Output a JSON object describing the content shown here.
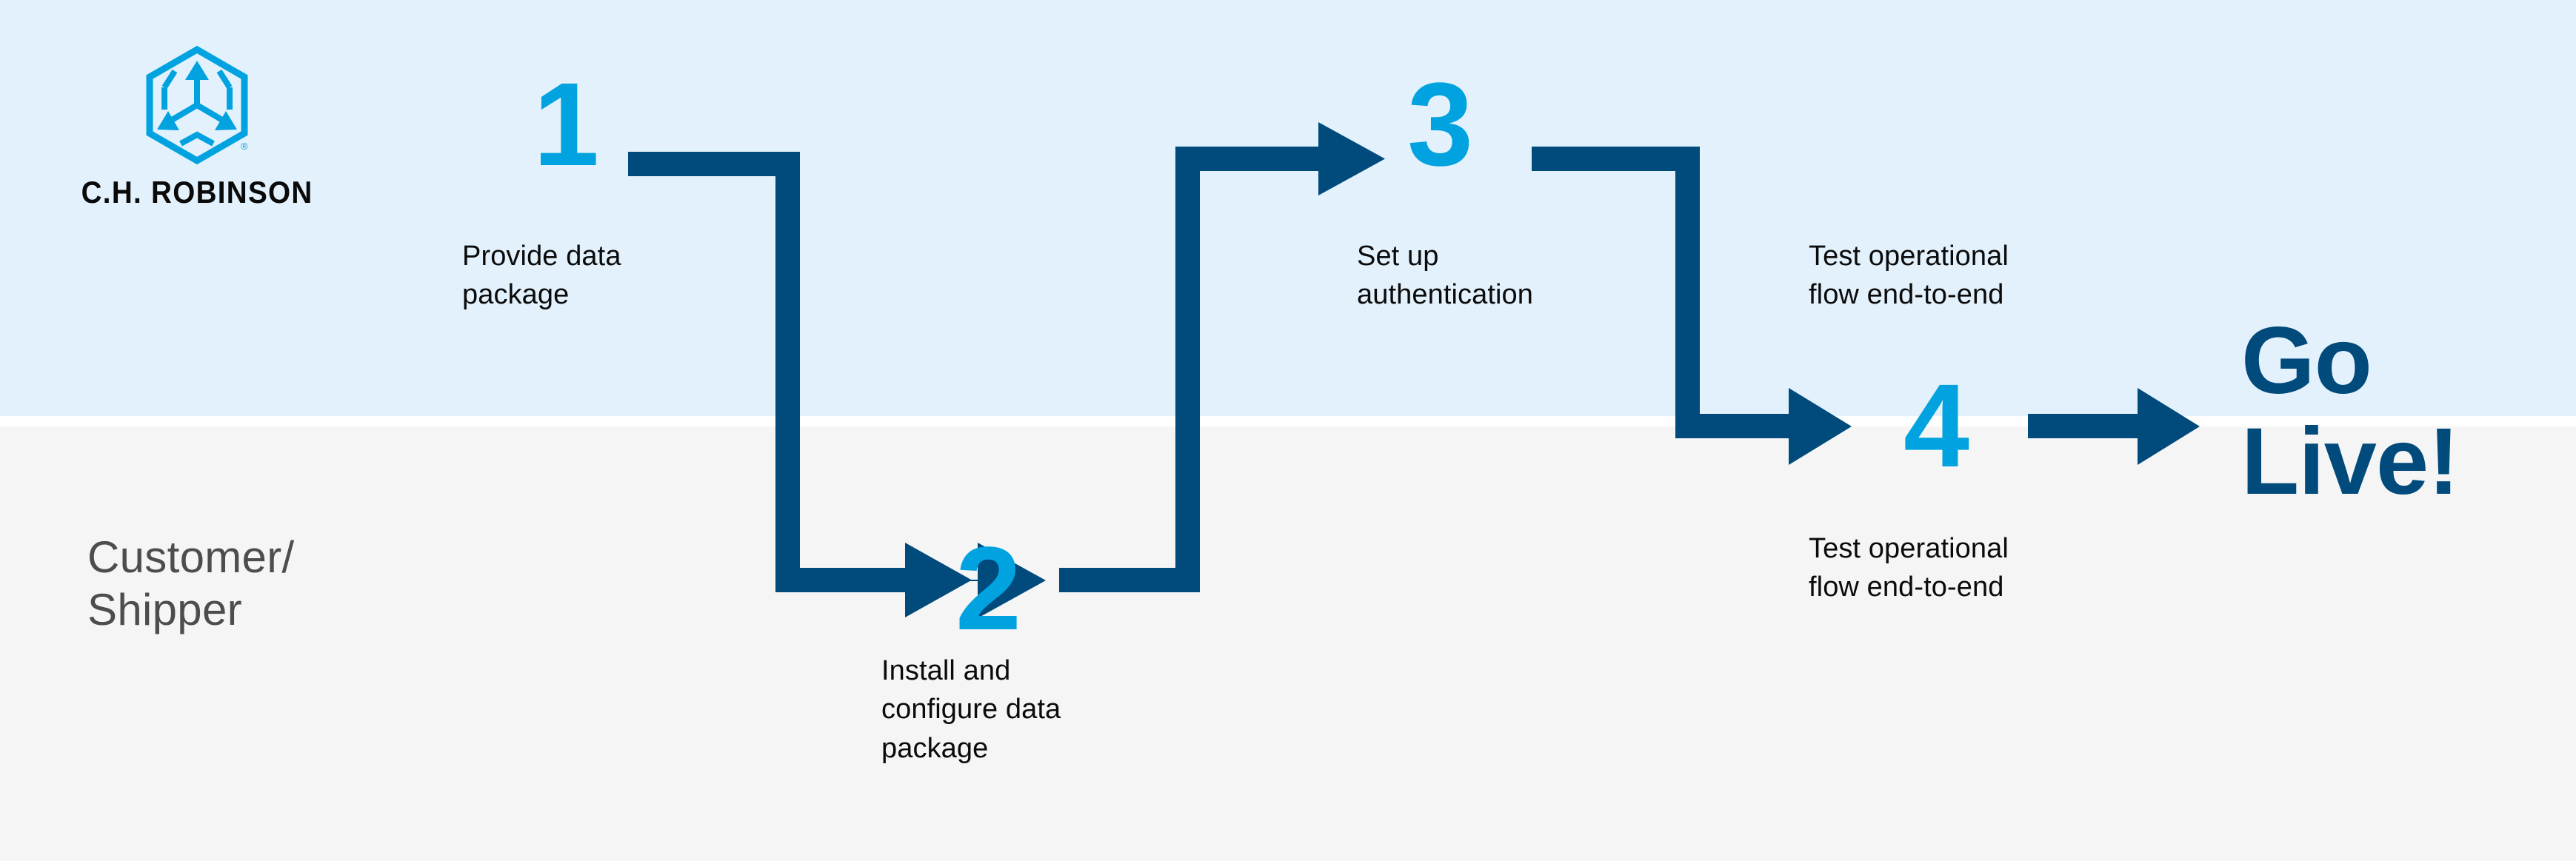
{
  "colors": {
    "band_top": "#e2f1fb",
    "band_bottom": "#f5f5f5",
    "accent_light_blue": "#00a3e0",
    "accent_navy": "#004a7c",
    "text_dark": "#0b0b0b",
    "lane_label_gray": "#4d4d4d"
  },
  "brand": {
    "logo_icon_name": "ch-robinson-hexagon-cube-logo",
    "wordmark": "C.H. ROBINSON",
    "registered_mark": "®"
  },
  "lane": {
    "label": "Customer/\nShipper"
  },
  "steps": [
    {
      "number": "1",
      "caption": "Provide data\npackage"
    },
    {
      "number": "2",
      "caption": "Install and\nconfigure data\npackage"
    },
    {
      "number": "3",
      "caption": "Set up\nauthentication"
    },
    {
      "number": "4",
      "caption": "Test operational\nflow end-to-end"
    }
  ],
  "extra_captions": [
    {
      "caption": "Test operational\nflow end-to-end"
    }
  ],
  "final": {
    "label": "Go\nLive!"
  },
  "connectors": [
    {
      "name": "connector-1-to-2",
      "shape": "right-down-right-arrow"
    },
    {
      "name": "connector-2-to-3",
      "shape": "right-up-right-arrow"
    },
    {
      "name": "connector-3-to-4",
      "shape": "right-down-right-arrow"
    },
    {
      "name": "connector-4-to-golive",
      "shape": "right-arrow"
    }
  ]
}
